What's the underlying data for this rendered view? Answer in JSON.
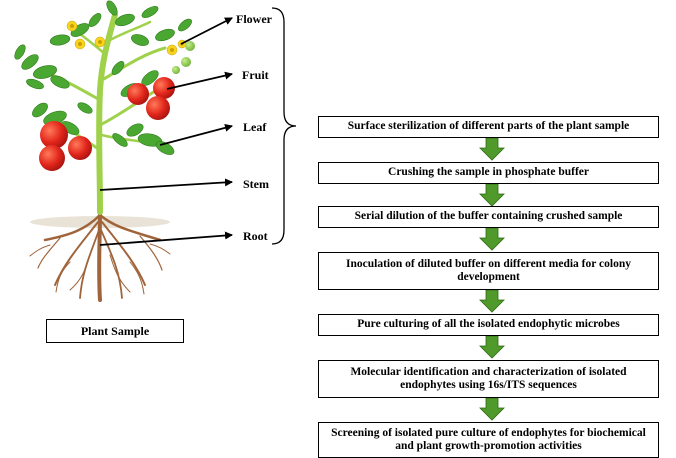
{
  "plant_labels": {
    "flower": "Flower",
    "fruit": "Fruit",
    "leaf": "Leaf",
    "stem": "Stem",
    "root": "Root"
  },
  "sample_label": "Plant Sample",
  "steps": [
    "Surface sterilization of different parts of the plant sample",
    "Crushing the sample in phosphate buffer",
    "Serial dilution of the buffer containing crushed sample",
    "Inoculation of diluted buffer on different media for colony development",
    "Pure culturing of all the isolated endophytic microbes",
    "Molecular identification and characterization of isolated endophytes using 16s/ITS sequences",
    "Screening of isolated pure culture of endophytes for biochemical and plant growth-promotion activities"
  ],
  "colors": {
    "arrow_fill": "#4f9a2a",
    "arrow_edge": "#2f6a14",
    "stem": "#9fd24a",
    "leaf": "#4aa832",
    "tomato": "#e2261b",
    "flower": "#f7d51d",
    "root": "#a0643a"
  }
}
